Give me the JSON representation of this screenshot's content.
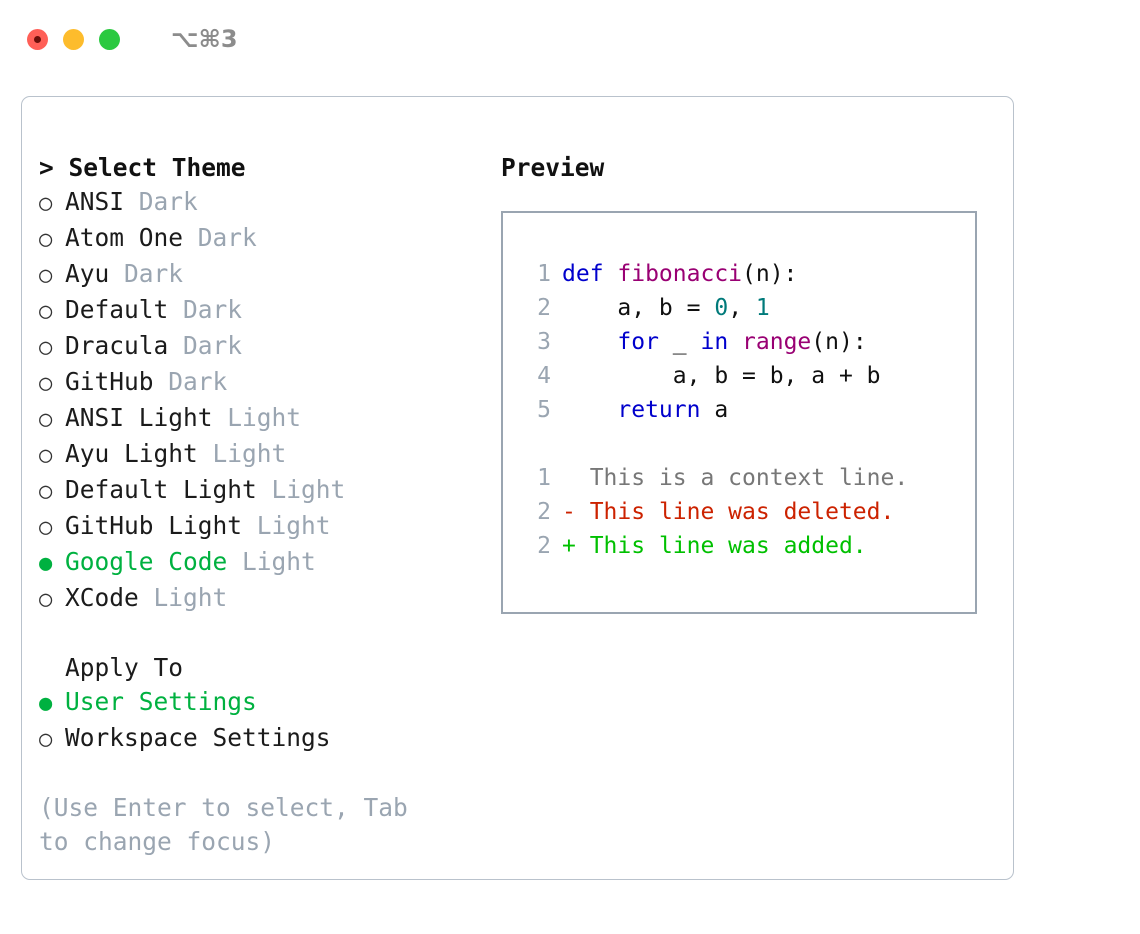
{
  "titlebar": {
    "shortcut": "⌥⌘3",
    "lights": [
      "close",
      "minimize",
      "maximize"
    ]
  },
  "left": {
    "select_theme_title": "> Select Theme",
    "themes": [
      {
        "bullet": "○",
        "name": "ANSI",
        "variant": "Dark",
        "selected": false
      },
      {
        "bullet": "○",
        "name": "Atom One",
        "variant": "Dark",
        "selected": false
      },
      {
        "bullet": "○",
        "name": "Ayu",
        "variant": "Dark",
        "selected": false
      },
      {
        "bullet": "○",
        "name": "Default",
        "variant": "Dark",
        "selected": false
      },
      {
        "bullet": "○",
        "name": "Dracula",
        "variant": "Dark",
        "selected": false
      },
      {
        "bullet": "○",
        "name": "GitHub",
        "variant": "Dark",
        "selected": false
      },
      {
        "bullet": "○",
        "name": "ANSI Light",
        "variant": "Light",
        "selected": false
      },
      {
        "bullet": "○",
        "name": "Ayu Light",
        "variant": "Light",
        "selected": false
      },
      {
        "bullet": "○",
        "name": "Default Light",
        "variant": "Light",
        "selected": false
      },
      {
        "bullet": "○",
        "name": "GitHub Light",
        "variant": "Light",
        "selected": false
      },
      {
        "bullet": "●",
        "name": "Google Code",
        "variant": "Light",
        "selected": true
      },
      {
        "bullet": "○",
        "name": "XCode",
        "variant": "Light",
        "selected": false
      }
    ],
    "apply_to_title": "Apply To",
    "apply_options": [
      {
        "bullet": "●",
        "name": "User Settings",
        "selected": true
      },
      {
        "bullet": "○",
        "name": "Workspace Settings",
        "selected": false
      }
    ],
    "hint": "(Use Enter to select, Tab to change focus)"
  },
  "right": {
    "preview_title": "Preview",
    "code_lines": [
      {
        "num": "1",
        "tokens": [
          {
            "t": "def ",
            "c": "kw"
          },
          {
            "t": "fibonacci",
            "c": "fn"
          },
          {
            "t": "(n):",
            "c": "pl"
          }
        ]
      },
      {
        "num": "2",
        "tokens": [
          {
            "t": "    a, b = ",
            "c": "pl"
          },
          {
            "t": "0",
            "c": "num"
          },
          {
            "t": ", ",
            "c": "pl"
          },
          {
            "t": "1",
            "c": "num"
          }
        ]
      },
      {
        "num": "3",
        "tokens": [
          {
            "t": "    ",
            "c": "pl"
          },
          {
            "t": "for",
            "c": "kw"
          },
          {
            "t": " _ ",
            "c": "pl"
          },
          {
            "t": "in",
            "c": "kw"
          },
          {
            "t": " ",
            "c": "pl"
          },
          {
            "t": "range",
            "c": "fn"
          },
          {
            "t": "(n):",
            "c": "pl"
          }
        ]
      },
      {
        "num": "4",
        "tokens": [
          {
            "t": "        a, b = b, a + b",
            "c": "pl"
          }
        ]
      },
      {
        "num": "5",
        "tokens": [
          {
            "t": "    ",
            "c": "pl"
          },
          {
            "t": "return",
            "c": "kw"
          },
          {
            "t": " a",
            "c": "pl"
          }
        ]
      }
    ],
    "diff_lines": [
      {
        "num": "1",
        "marker": " ",
        "text": " This is a context line.",
        "kind": "ctx"
      },
      {
        "num": "2",
        "marker": "-",
        "text": " This line was deleted.",
        "kind": "del"
      },
      {
        "num": "2",
        "marker": "+",
        "text": " This line was added.",
        "kind": "add"
      }
    ]
  },
  "colors": {
    "accent_green": "#00b140",
    "muted": "#9aa5b1",
    "border": "#b9c2cc",
    "keyword": "#0000cc",
    "function": "#990073",
    "number": "#007a7a",
    "diff_delete": "#cc2200",
    "diff_add": "#00c000",
    "light_red": "#ff5f57",
    "light_yellow": "#fdbc2c",
    "light_green": "#2ac940"
  }
}
